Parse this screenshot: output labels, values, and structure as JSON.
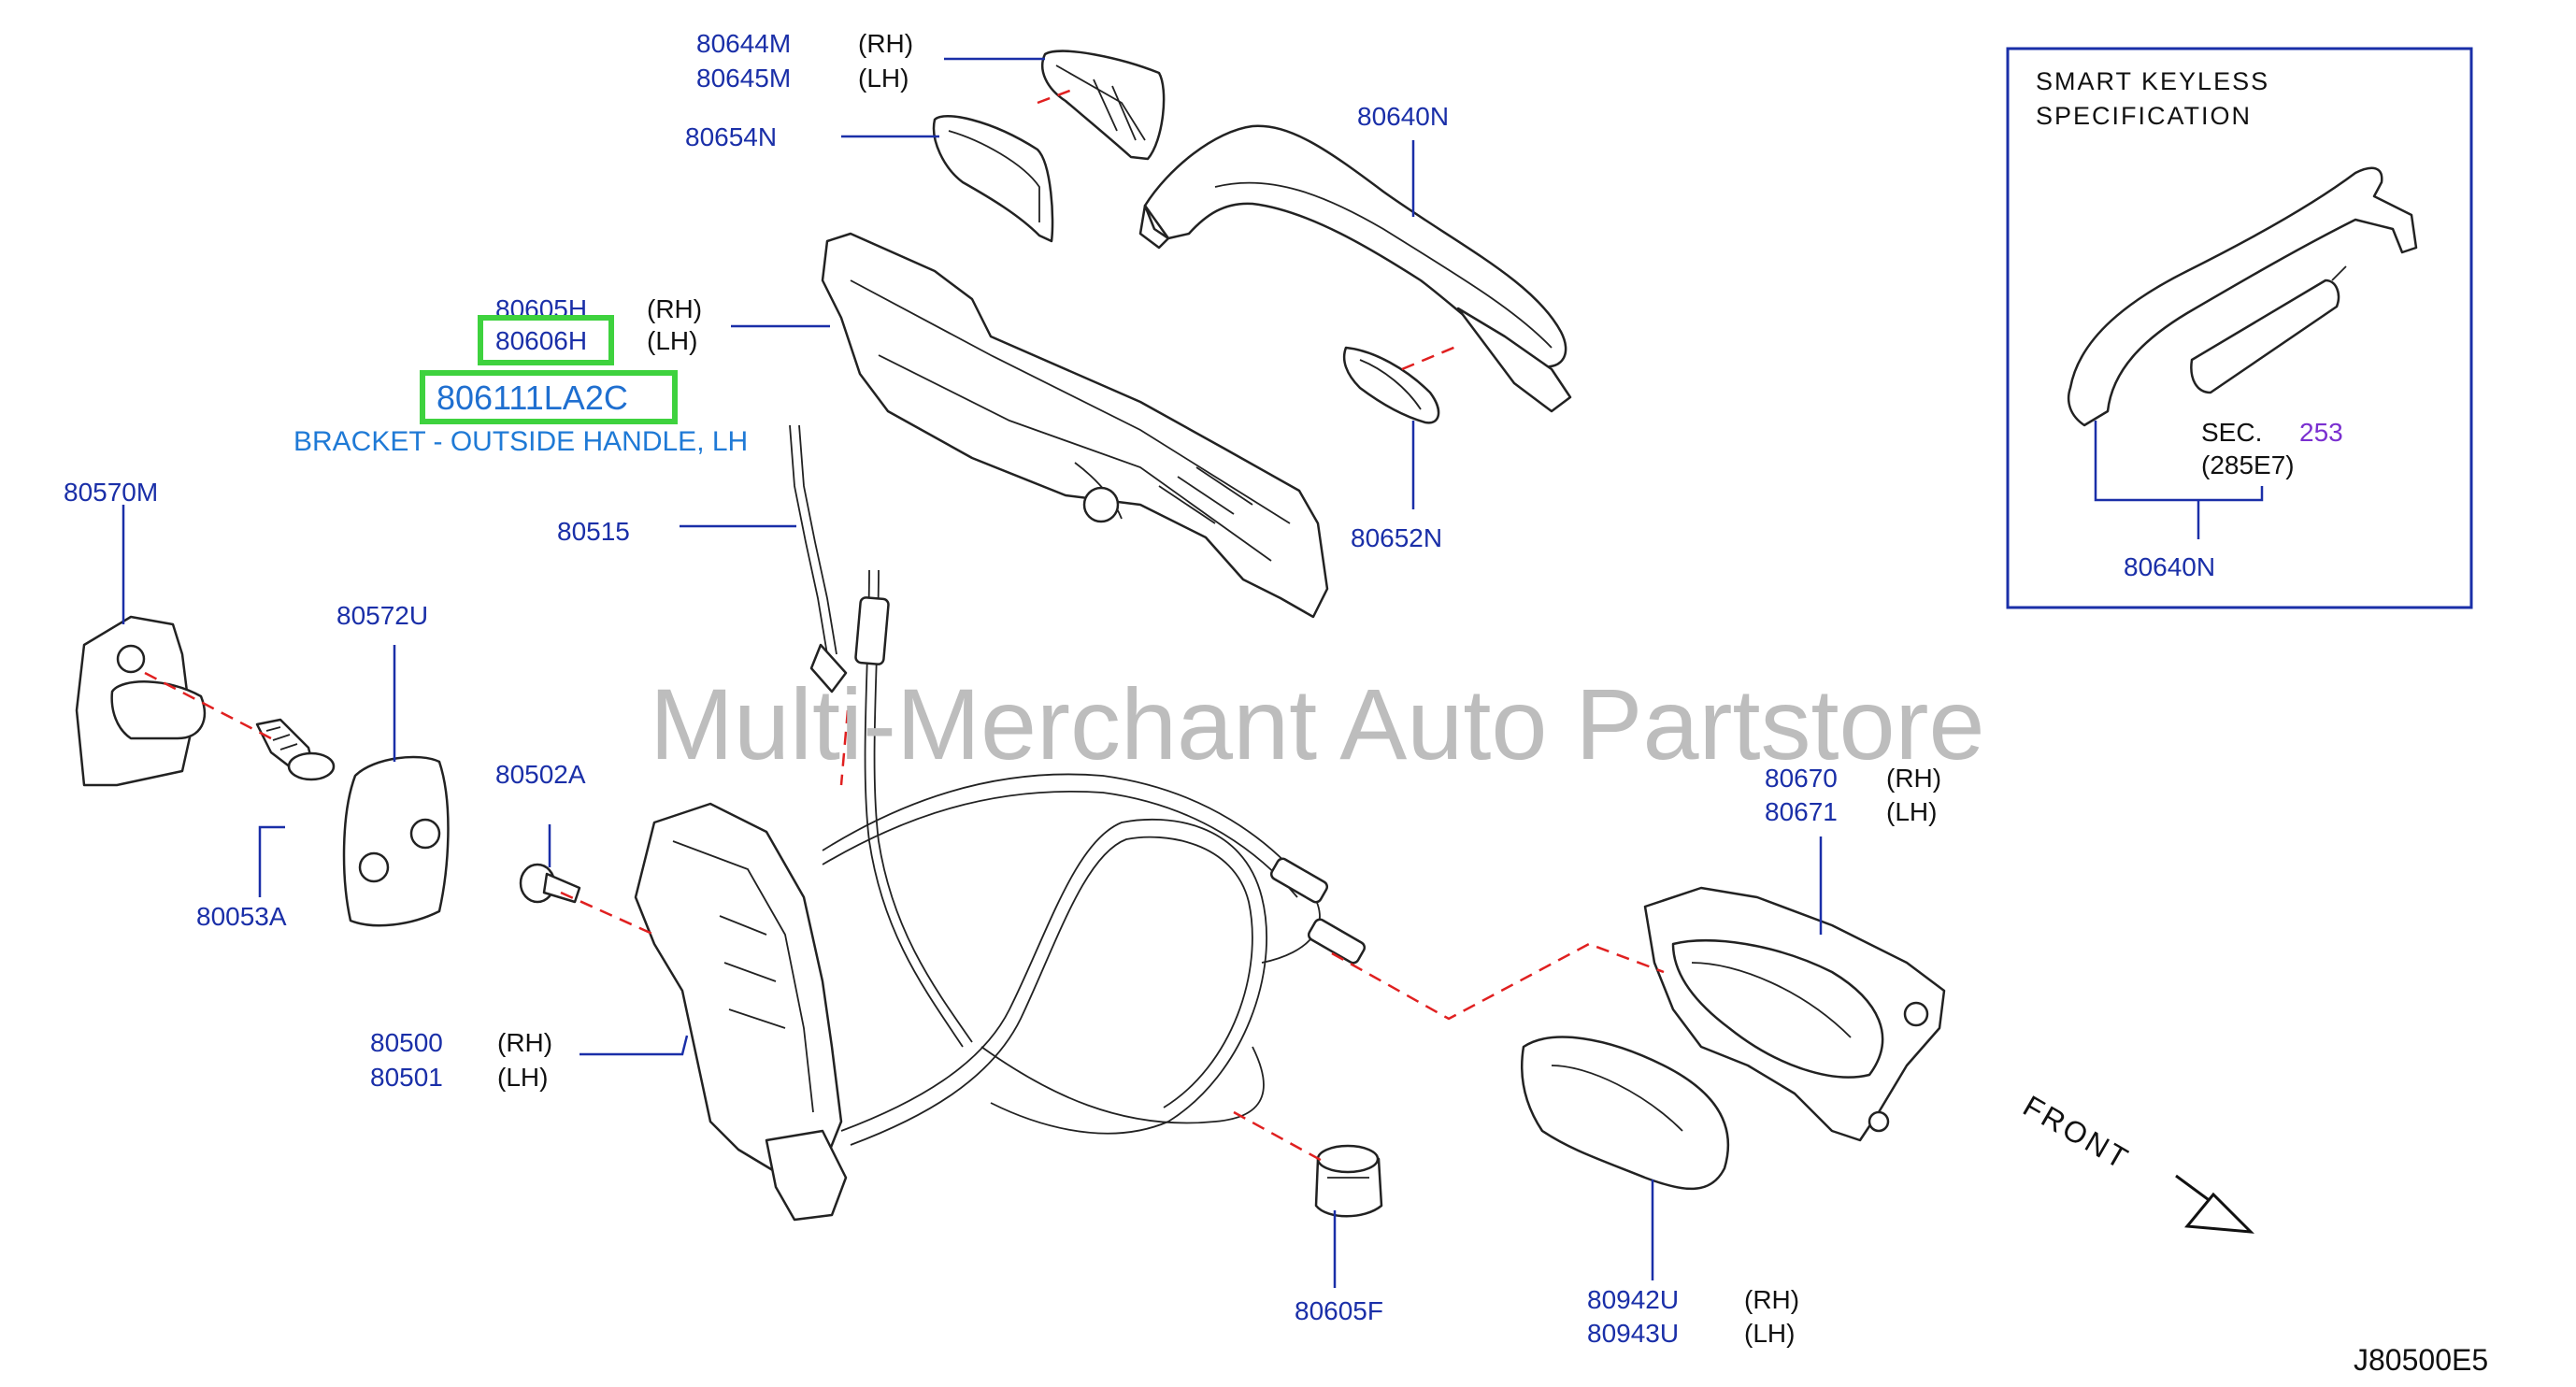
{
  "callouts": {
    "p80644M": "80644M",
    "p80645M": "80645M",
    "rh1": "(RH)",
    "lh1": "(LH)",
    "p80654N": "80654N",
    "p80640N": "80640N",
    "p80605H": "80605H",
    "p80606H": "80606H",
    "rh2": "(RH)",
    "lh2": "(LH)",
    "p806111LA2C": "806111LA2C",
    "bracket_desc": "BRACKET - OUTSIDE HANDLE, LH",
    "p80570M": "80570M",
    "p80515": "80515",
    "p80652N": "80652N",
    "p80572U": "80572U",
    "p80053A": "80053A",
    "p80502A": "80502A",
    "p80670": "80670",
    "p80671": "80671",
    "rh3": "(RH)",
    "lh3": "(LH)",
    "p80500": "80500",
    "p80501": "80501",
    "rh4": "(RH)",
    "lh4": "(LH)",
    "p80605F": "80605F",
    "p80942U": "80942U",
    "p80943U": "80943U",
    "rh5": "(RH)",
    "lh5": "(LH)"
  },
  "inset": {
    "title_line1": "SMART   KEYLESS",
    "title_line2": "SPECIFICATION",
    "sec_label": "SEC.",
    "sec_number": "253",
    "sec_code": "(285E7)",
    "part": "80640N"
  },
  "watermark": "Multi-Merchant Auto Partstore",
  "front_label": "FRONT",
  "diagram_code": "J80500E5",
  "colors": {
    "callout": "#1a2fa8",
    "highlight_box": "#3ed23e",
    "highlight_text": "#1f6fd0",
    "dash_line": "#e02020",
    "watermark": "#bdbdbd"
  }
}
